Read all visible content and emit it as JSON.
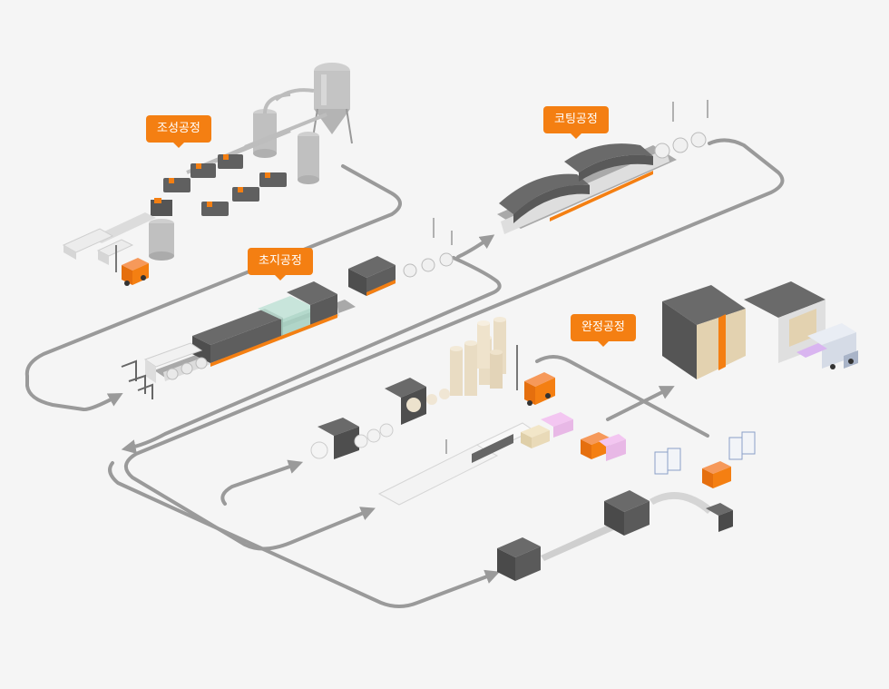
{
  "stages": [
    {
      "id": "composition",
      "label": "조성공정"
    },
    {
      "id": "papermaking",
      "label": "초지공정"
    },
    {
      "id": "coating",
      "label": "코팅공정"
    },
    {
      "id": "finishing",
      "label": "완정공정"
    }
  ],
  "colors": {
    "background": "#f5f5f5",
    "flow_line": "#9a9a9a",
    "accent": "#f47f12",
    "machine_dark": "#5e5e5e",
    "machine_light": "#e6e6e6",
    "paper_roll": "#ede3d0",
    "product_pack": "#e8b8e6"
  }
}
